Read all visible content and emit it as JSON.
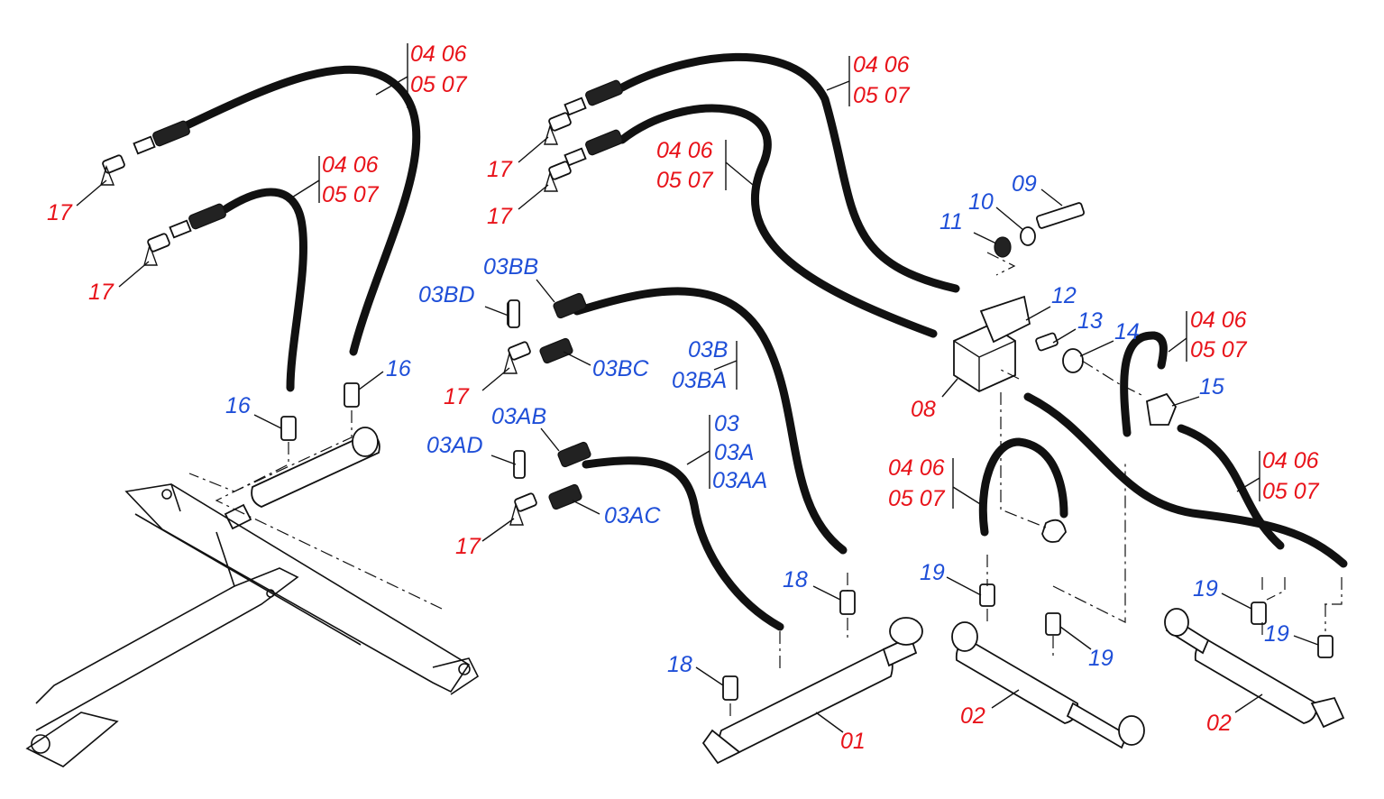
{
  "labels": {
    "hose_tl_a": "04 06",
    "hose_tl_b": "05 07",
    "hose_tl2_a": "04 06",
    "hose_tl2_b": "05 07",
    "hose_tm_a": "04 06",
    "hose_tm_b": "05 07",
    "hose_mid_a": "04 06",
    "hose_mid_b": "05 07",
    "hose_r_a": "04 06",
    "hose_r_b": "05 07",
    "hose_fr_a": "04 06",
    "hose_fr_b": "05 07",
    "hose_c_a": "04 06",
    "hose_c_b": "05 07",
    "p17_1": "17",
    "p17_2": "17",
    "p17_3": "17",
    "p17_4": "17",
    "p17_5": "17",
    "p17_6": "17",
    "p16_1": "16",
    "p16_2": "16",
    "p03BB": "03BB",
    "p03BD": "03BD",
    "p03BC": "03BC",
    "p03B": "03B",
    "p03BA": "03BA",
    "p03AB": "03AB",
    "p03AD": "03AD",
    "p03AC": "03AC",
    "p03": "03",
    "p03A": "03A",
    "p03AA": "03AA",
    "p18_1": "18",
    "p18_2": "18",
    "p01": "01",
    "p02_1": "02",
    "p02_2": "02",
    "p08": "08",
    "p09": "09",
    "p10": "10",
    "p11": "11",
    "p12": "12",
    "p13": "13",
    "p14": "14",
    "p15": "15",
    "p19_1": "19",
    "p19_2": "19",
    "p19_3": "19",
    "p19_4": "19"
  },
  "colors": {
    "hose_number": "#e8131a",
    "part_number": "#1f4fd8",
    "line": "#111111"
  }
}
